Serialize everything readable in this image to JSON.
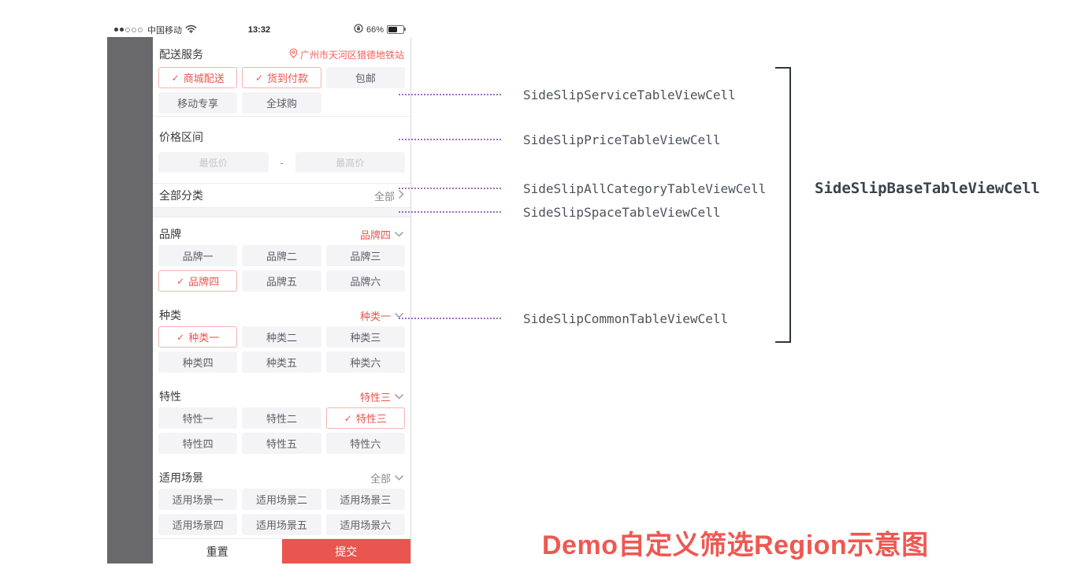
{
  "status_bar": {
    "signal_filled": 2,
    "signal_total": 5,
    "carrier": "中国移动",
    "time": "13:32",
    "battery_percent": "66%"
  },
  "service": {
    "title": "配送服务",
    "location": "广州市天河区猎德地铁站",
    "chips": [
      {
        "label": "商城配送",
        "selected": true
      },
      {
        "label": "货到付款",
        "selected": true
      },
      {
        "label": "包邮",
        "selected": false
      },
      {
        "label": "移动专享",
        "selected": false
      },
      {
        "label": "全球购",
        "selected": false
      }
    ]
  },
  "price": {
    "title": "价格区间",
    "min_placeholder": "最低价",
    "separator": "-",
    "max_placeholder": "最高价"
  },
  "all_category": {
    "title": "全部分类",
    "value": "全部"
  },
  "common_sections": [
    {
      "title": "品牌",
      "value": "品牌四",
      "value_red": true,
      "chips": [
        {
          "label": "品牌一",
          "selected": false
        },
        {
          "label": "品牌二",
          "selected": false
        },
        {
          "label": "品牌三",
          "selected": false
        },
        {
          "label": "品牌四",
          "selected": true
        },
        {
          "label": "品牌五",
          "selected": false
        },
        {
          "label": "品牌六",
          "selected": false
        }
      ]
    },
    {
      "title": "种类",
      "value": "种类一",
      "value_red": true,
      "chips": [
        {
          "label": "种类一",
          "selected": true
        },
        {
          "label": "种类二",
          "selected": false
        },
        {
          "label": "种类三",
          "selected": false
        },
        {
          "label": "种类四",
          "selected": false
        },
        {
          "label": "种类五",
          "selected": false
        },
        {
          "label": "种类六",
          "selected": false
        }
      ]
    },
    {
      "title": "特性",
      "value": "特性三",
      "value_red": true,
      "chips": [
        {
          "label": "特性一",
          "selected": false
        },
        {
          "label": "特性二",
          "selected": false
        },
        {
          "label": "特性三",
          "selected": true
        },
        {
          "label": "特性四",
          "selected": false
        },
        {
          "label": "特性五",
          "selected": false
        },
        {
          "label": "特性六",
          "selected": false
        }
      ]
    },
    {
      "title": "适用场景",
      "value": "全部",
      "value_red": false,
      "chips": [
        {
          "label": "适用场景一",
          "selected": false
        },
        {
          "label": "适用场景二",
          "selected": false
        },
        {
          "label": "适用场景三",
          "selected": false
        },
        {
          "label": "适用场景四",
          "selected": false
        },
        {
          "label": "适用场景五",
          "selected": false
        },
        {
          "label": "适用场景六",
          "selected": false
        }
      ]
    }
  ],
  "footer": {
    "reset_label": "重置",
    "submit_label": "提交"
  },
  "annotations": {
    "cells": [
      {
        "label": "SideSlipServiceTableViewCell"
      },
      {
        "label": "SideSlipPriceTableViewCell"
      },
      {
        "label": "SideSlipAllCategoryTableViewCell"
      },
      {
        "label": "SideSlipSpaceTableViewCell"
      },
      {
        "label": "SideSlipCommonTableViewCell"
      }
    ],
    "base_cell": "SideSlipBaseTableViewCell"
  },
  "caption": "Demo自定义筛选Region示意图",
  "colors": {
    "accent_red": "#e8554e",
    "submit_red": "#e9564f",
    "location_pink": "#f0625c",
    "selected_border": "#f5b2ae",
    "chip_bg": "#f4f4f6",
    "dim_gray": "#69696b",
    "dotted_purple": "#a06ac9",
    "annotation_text": "#4b525a",
    "caption_red": "#ee5851"
  }
}
